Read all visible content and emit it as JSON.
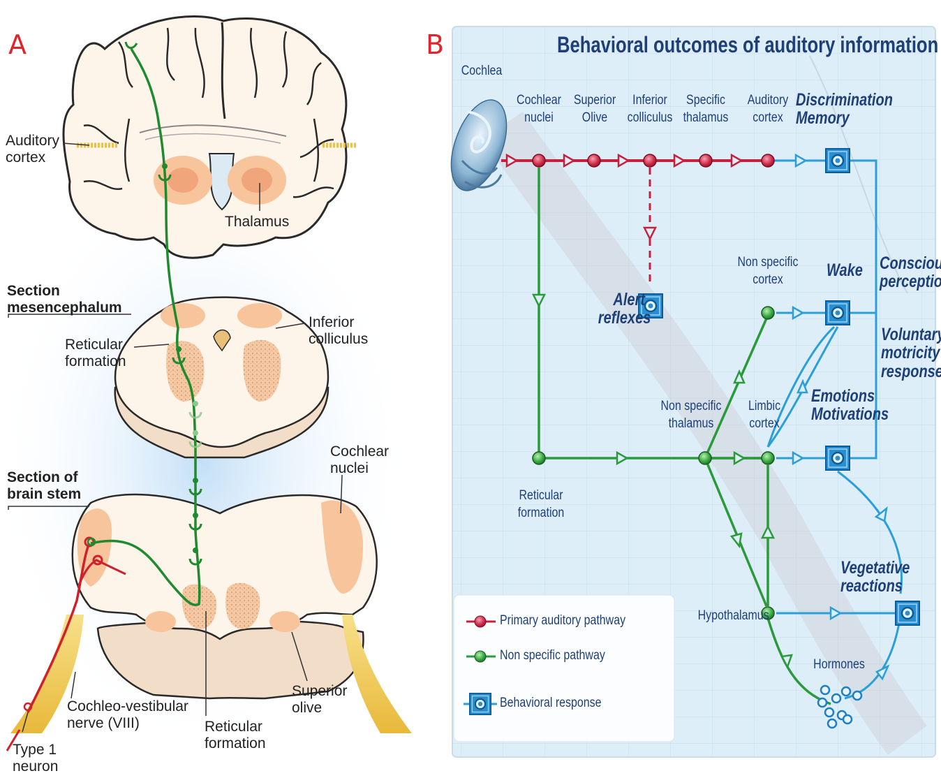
{
  "panel_a": {
    "letter": "A",
    "labels": {
      "auditory_cortex": "Auditory\ncortex",
      "thalamus": "Thalamus",
      "section_mesencephalum": "Section\nmesencephalum",
      "inferior_colliculus": "Inferior\ncolliculus",
      "reticular_formation_top": "Reticular\nformation",
      "section_brain_stem": "Section of\nbrain stem",
      "cochlear_nuclei": "Cochlear\nnuclei",
      "cochleo_vestibular_nerve": "Cochleo-vestibular\nnerve (VIII)",
      "reticular_formation_bottom": "Reticular\nformation",
      "superior_olive": "Superior\nolive",
      "type1_neuron": "Type 1\nneuron"
    },
    "colors": {
      "tissue": "#fdf4ea",
      "nucleus": "#f8c49c",
      "primary": "#d0202c",
      "nonspecific": "#1f8a2e",
      "nerve": "#f0c64a"
    }
  },
  "panel_b": {
    "letter": "B",
    "title": "Behavioral outcomes of auditory information",
    "labels": {
      "cochlea": "Cochlea",
      "cochlear_nuclei": "Cochlear\nnuclei",
      "superior_olive": "Superior\nOlive",
      "inferior_colliculus": "Inferior\ncolliculus",
      "specific_thalamus": "Specific\nthalamus",
      "auditory_cortex": "Auditory\ncortex",
      "reticular_formation": "Reticular\nformation",
      "non_specific_thalamus": "Non specific\nthalamus",
      "limbic_cortex": "Limbic\ncortex",
      "non_specific_cortex": "Non specific\ncortex",
      "hypothalamus": "Hypothalamus",
      "hormones": "Hormones"
    },
    "responses": {
      "discrimination_memory": "Discrimination\nMemory",
      "alert_reflexes": "Alert\nreflexes",
      "wake": "Wake",
      "conscious_perception": "Conscious\nperception",
      "voluntary_motricity": "Voluntary\nmotricity\nresponse",
      "emotions_motivations": "Emotions\nMotivations",
      "vegetative_reactions": "Vegetative\nreactions"
    },
    "legend": [
      {
        "label": "Primary auditory pathway",
        "kind": "primary"
      },
      {
        "label": "Non specific pathway",
        "kind": "nonspecific"
      },
      {
        "label": "Behavioral response",
        "kind": "response"
      }
    ],
    "colors": {
      "primary": "#c8203c",
      "nonspecific": "#2a9a3a",
      "response": "#1e9ad6",
      "text": "#1e3f78",
      "background": "#ddeef8"
    }
  }
}
